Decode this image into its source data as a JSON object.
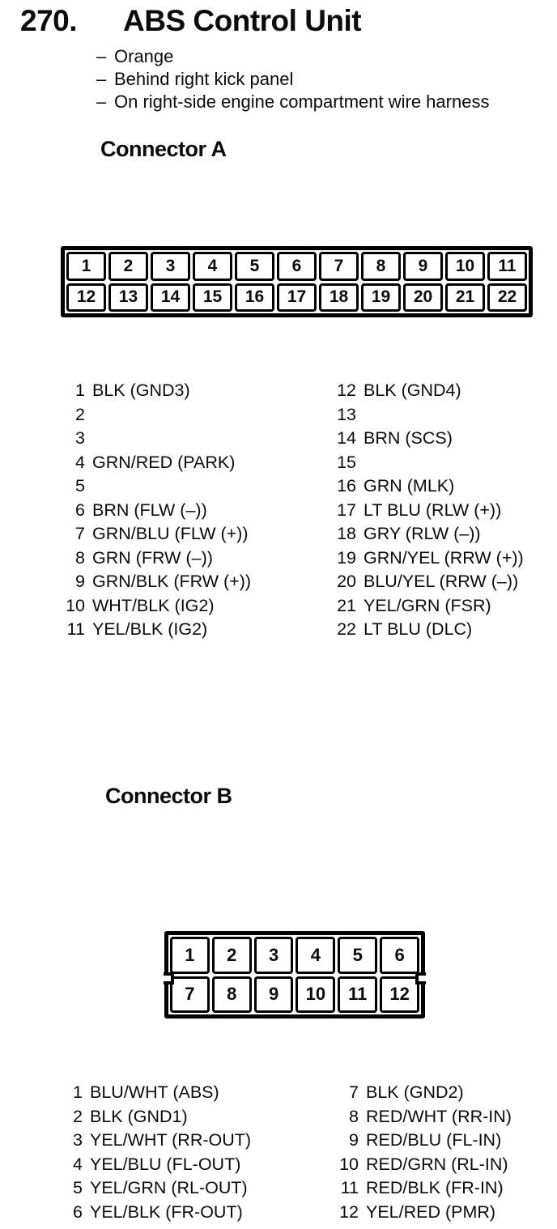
{
  "page": {
    "number": "270.",
    "title": "ABS Control Unit",
    "note_marker": "–",
    "notes": [
      "Orange",
      "Behind right kick panel",
      "On right-side engine compartment wire harness"
    ]
  },
  "connector_a": {
    "heading": "Connector A",
    "cells": [
      "1",
      "2",
      "3",
      "4",
      "5",
      "6",
      "7",
      "8",
      "9",
      "10",
      "11",
      "12",
      "13",
      "14",
      "15",
      "16",
      "17",
      "18",
      "19",
      "20",
      "21",
      "22"
    ],
    "list_left": [
      {
        "n": "1",
        "label": "BLK (GND3)"
      },
      {
        "n": "2",
        "label": ""
      },
      {
        "n": "3",
        "label": ""
      },
      {
        "n": "4",
        "label": "GRN/RED (PARK)"
      },
      {
        "n": "5",
        "label": ""
      },
      {
        "n": "6",
        "label": "BRN (FLW (–))"
      },
      {
        "n": "7",
        "label": "GRN/BLU (FLW (+))"
      },
      {
        "n": "8",
        "label": "GRN (FRW (–))"
      },
      {
        "n": "9",
        "label": "GRN/BLK (FRW (+))"
      },
      {
        "n": "10",
        "label": "WHT/BLK (IG2)"
      },
      {
        "n": "11",
        "label": "YEL/BLK (IG2)"
      }
    ],
    "list_right": [
      {
        "n": "12",
        "label": "BLK (GND4)"
      },
      {
        "n": "13",
        "label": ""
      },
      {
        "n": "14",
        "label": "BRN (SCS)"
      },
      {
        "n": "15",
        "label": ""
      },
      {
        "n": "16",
        "label": "GRN (MLK)"
      },
      {
        "n": "17",
        "label": "LT BLU (RLW (+))"
      },
      {
        "n": "18",
        "label": "GRY (RLW (–))"
      },
      {
        "n": "19",
        "label": "GRN/YEL (RRW (+))"
      },
      {
        "n": "20",
        "label": "BLU/YEL (RRW (–))"
      },
      {
        "n": "21",
        "label": "YEL/GRN (FSR)"
      },
      {
        "n": "22",
        "label": "LT BLU (DLC)"
      }
    ]
  },
  "connector_b": {
    "heading": "Connector B",
    "cells": [
      "1",
      "2",
      "3",
      "4",
      "5",
      "6",
      "7",
      "8",
      "9",
      "10",
      "11",
      "12"
    ],
    "list_left": [
      {
        "n": "1",
        "label": "BLU/WHT (ABS)"
      },
      {
        "n": "2",
        "label": "BLK (GND1)"
      },
      {
        "n": "3",
        "label": "YEL/WHT (RR-OUT)"
      },
      {
        "n": "4",
        "label": "YEL/BLU (FL-OUT)"
      },
      {
        "n": "5",
        "label": "YEL/GRN (RL-OUT)"
      },
      {
        "n": "6",
        "label": "YEL/BLK (FR-OUT)"
      }
    ],
    "list_right": [
      {
        "n": "7",
        "label": "BLK (GND2)"
      },
      {
        "n": "8",
        "label": "RED/WHT (RR-IN)"
      },
      {
        "n": "9",
        "label": "RED/BLU (FL-IN)"
      },
      {
        "n": "10",
        "label": "RED/GRN (RL-IN)"
      },
      {
        "n": "11",
        "label": "RED/BLK (FR-IN)"
      },
      {
        "n": "12",
        "label": "YEL/RED (PMR)"
      }
    ]
  }
}
